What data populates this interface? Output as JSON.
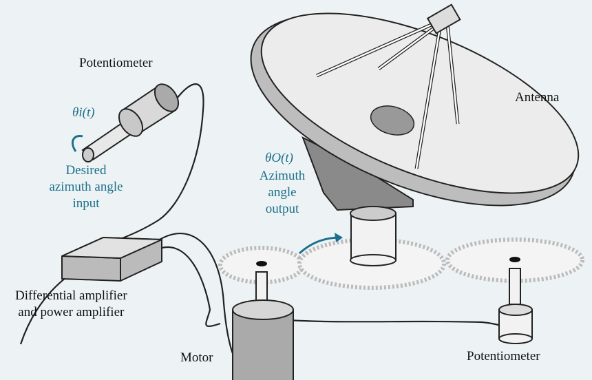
{
  "labels": {
    "potentiometer_top": "Potentiometer",
    "theta_i": "θi(t)",
    "desired": [
      "Desired",
      "azimuth angle",
      "input"
    ],
    "amplifier": [
      "Differential amplifier",
      "and power amplifier"
    ],
    "motor": "Motor",
    "potentiometer_bottom": "Potentiometer",
    "antenna": "Antenna",
    "theta_o": "θO(t)",
    "output": [
      "Azimuth",
      "angle",
      "output"
    ]
  },
  "colors": {
    "label_accent": "#1c6f8c",
    "background": "#edf3f4"
  }
}
